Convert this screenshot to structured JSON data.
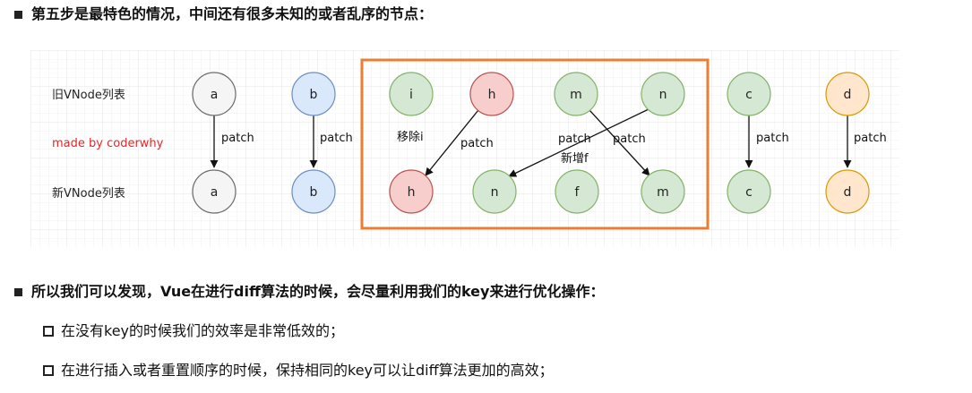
{
  "heading1": "第五步是最特色的情况，中间还有很多未知的或者乱序的节点：",
  "heading2": "所以我们可以发现，Vue在进行diff算法的时候，会尽量利用我们的key来进行优化操作：",
  "bullets": [
    "在没有key的时候我们的效率是非常低效的；",
    "在进行插入或者重置顺序的时候，保持相同的key可以让diff算法更加的高效；"
  ],
  "diagram": {
    "row_labels": {
      "old": "旧VNode列表",
      "credit": "made by coderwhy",
      "new": "新VNode列表"
    },
    "old_nodes": [
      "a",
      "b",
      "i",
      "h",
      "m",
      "n",
      "c",
      "d"
    ],
    "new_nodes": [
      "a",
      "b",
      "h",
      "n",
      "f",
      "m",
      "c",
      "d"
    ],
    "annotations": {
      "patch": "patch",
      "remove": "移除i",
      "add": "新增f"
    },
    "colors": {
      "gray_fill": "#f5f5f5",
      "gray_stroke": "#6b6b6b",
      "blue_fill": "#dae8fc",
      "blue_stroke": "#6c8ebf",
      "green_fill": "#d5e8d4",
      "green_stroke": "#82b366",
      "red_fill": "#f8cecc",
      "red_stroke": "#b85450",
      "yellow_fill": "#ffe6cc",
      "yellow_stroke": "#d79b00",
      "highlight_box": "#ed7d31",
      "credit_text": "#e8262b",
      "grid": "#e9e9e9"
    }
  }
}
